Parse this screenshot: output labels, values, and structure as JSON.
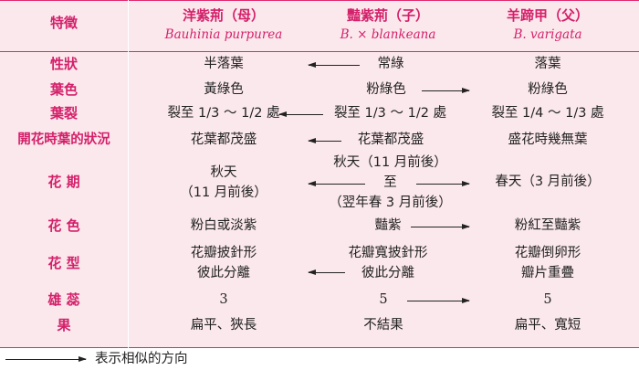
{
  "header": {
    "feature": "特徵",
    "col1": {
      "title": "洋紫荊（母）",
      "sci": "Bauhinia purpurea"
    },
    "col2": {
      "title": "豔紫荊（子）",
      "sci": "B. × blankeana"
    },
    "col3": {
      "title": "羊蹄甲（父）",
      "sci": "B. varigata"
    }
  },
  "rows": [
    {
      "label": "性狀",
      "c1": [
        "半落葉"
      ],
      "c2": [
        "常綠"
      ],
      "c3": [
        "落葉"
      ],
      "arrow": "left-from-c2"
    },
    {
      "label": "葉色",
      "c1": [
        "黃綠色"
      ],
      "c2": [
        "粉綠色"
      ],
      "c3": [
        "粉綠色"
      ],
      "arrow": "right-from-c2"
    },
    {
      "label": "葉裂",
      "c1": [
        "裂至 1/3 ～ 1/2 處"
      ],
      "c2": [
        "裂至 1/3 ～ 1/2 處"
      ],
      "c3": [
        "裂至 1/4 ～ 1/3 處"
      ],
      "arrow": "left-from-c2"
    },
    {
      "label": "開花時葉的狀況",
      "c1": [
        "花葉都茂盛"
      ],
      "c2": [
        "花葉都茂盛"
      ],
      "c3": [
        "盛花時幾無葉"
      ],
      "arrow": "left-from-c2"
    },
    {
      "label": "花 期",
      "c1": [
        "秋天",
        "（11 月前後）"
      ],
      "c2": [
        "秋天（11 月前後）",
        "至",
        "（翌年春 3 月前後）"
      ],
      "c3": [
        "春天（3 月前後）"
      ],
      "arrow": "both"
    },
    {
      "label": "花 色",
      "c1": [
        "粉白或淡紫"
      ],
      "c2": [
        "豔紫"
      ],
      "c3": [
        "粉紅至豔紫"
      ],
      "arrow": "right-from-c2"
    },
    {
      "label": "花 型",
      "c1": [
        "花瓣披針形",
        "彼此分離"
      ],
      "c2": [
        "花瓣寬披針形",
        "彼此分離"
      ],
      "c3": [
        "花瓣倒卵形",
        "瓣片重疊"
      ],
      "arrow": "left-from-c2"
    },
    {
      "label": "雄 蕊",
      "c1": [
        "3"
      ],
      "c2": [
        "5"
      ],
      "c3": [
        "5"
      ],
      "arrow": "right-from-c2"
    },
    {
      "label": "果",
      "c1": [
        "扁平、狹長"
      ],
      "c2": [
        "不結果"
      ],
      "c3": [
        "扁平、寬短"
      ],
      "arrow": "none"
    }
  ],
  "legend": {
    "text": "表示相似的方向"
  },
  "colors": {
    "accent": "#d4206a",
    "rule": "#e02a6e",
    "table_bg": "#fbe8ec"
  }
}
